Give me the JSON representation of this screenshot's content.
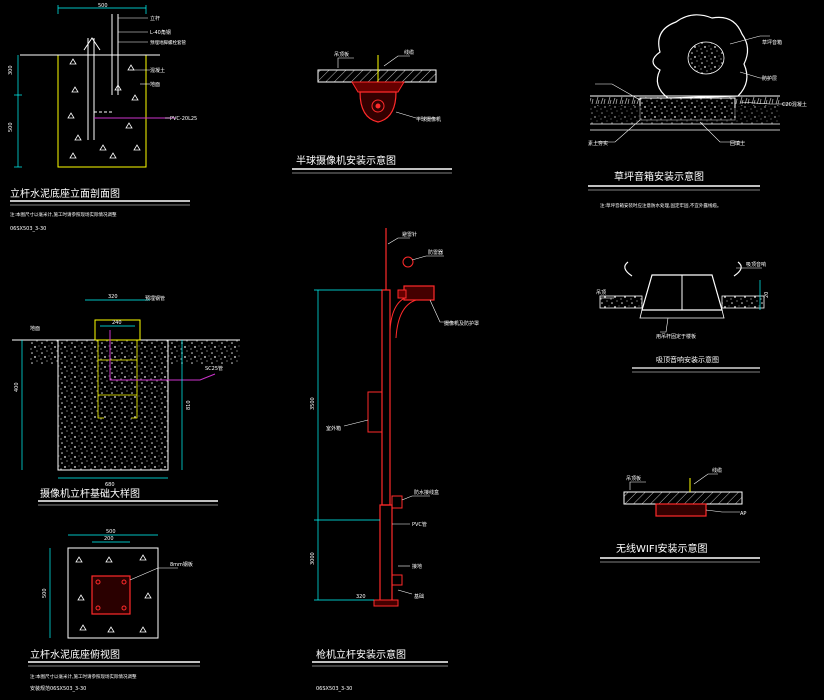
{
  "colors": {
    "background": "#000000",
    "line": "#ffffff",
    "pole": "#ff2a2a",
    "dimension": "#00ffff",
    "pipe": "#cc33cc",
    "yellow": "#ffff00",
    "green": "#33cc33"
  },
  "panels": {
    "foundation_section": {
      "title": "立杆水泥底座立面剖面图",
      "note": "注:本图尺寸以毫米计,施工时请参照现场实际情况调整",
      "ref": "06SX503_3-30",
      "dims": {
        "top": "500",
        "left_upper": "300",
        "left_lower": "500"
      },
      "callouts": [
        "立杆",
        "L-40角钢",
        "预埋地脚螺栓套管",
        "混凝土",
        "地面",
        "PVC-20L25"
      ]
    },
    "camera_detail": {
      "title": "摄像机立杆基础大样图",
      "dims": {
        "top": "320",
        "mid": "240",
        "width": "680",
        "depth": "400",
        "right": "810"
      },
      "callouts": [
        "地面",
        "预埋钢管",
        "SC25管"
      ]
    },
    "foundation_plan": {
      "title": "立杆水泥底座俯视图",
      "note": "注:本图尺寸以毫米计,施工时请参照现场实际情况调整",
      "ref": "安装规范06SX503_3-30",
      "dims": {
        "outer": "500",
        "inner": "200",
        "left": "500"
      },
      "callouts": [
        "8mm钢板"
      ]
    },
    "hemisphere_camera": {
      "title": "半球摄像机安装示意图",
      "callouts": [
        "吊顶板",
        "线缆",
        "半球摄像机"
      ]
    },
    "gun_camera_pole": {
      "title": "枪机立杆安装示意图",
      "ref": "06SX503_3-30",
      "dims": {
        "upper": "3500",
        "lower": "3000",
        "base": "320"
      },
      "callouts": [
        "避雷针",
        "防雷器",
        "摄像机及防护罩",
        "室外箱",
        "防水接线盒",
        "PVC管",
        "接地",
        "基础"
      ]
    },
    "lawn_speaker": {
      "title": "草坪音箱安装示意图",
      "note": "注:草坪音箱安装时应注意防水处理,固定牢固,不宜外露线缆。",
      "callouts": [
        "草坪音箱",
        "防护层",
        "C20混凝土",
        "素土夯实",
        "回填土"
      ]
    },
    "ceiling_speaker": {
      "title": "吸顶音响安装示意图",
      "dims": {
        "side": "20"
      },
      "callouts": [
        "吊顶",
        "吸顶音响",
        "用吊杆固定于楼板"
      ]
    },
    "wifi": {
      "title": "无线WIFI安装示意图",
      "callouts": [
        "线缆",
        "吊顶板",
        "AP"
      ]
    }
  }
}
